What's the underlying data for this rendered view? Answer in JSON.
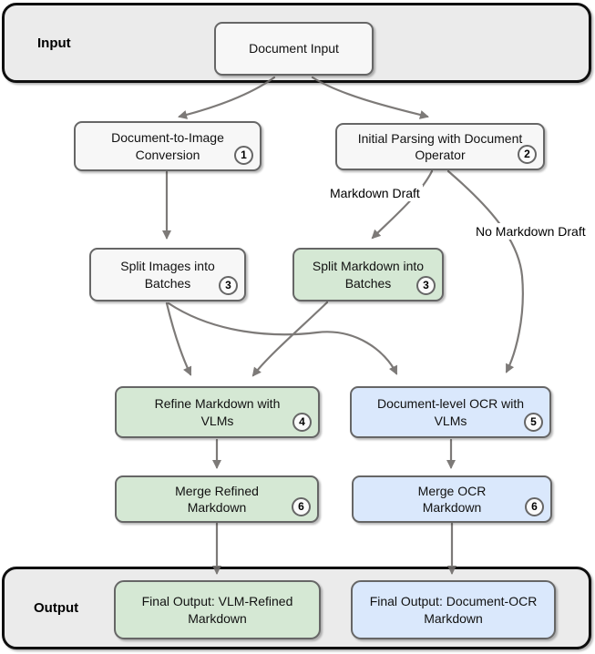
{
  "sections": {
    "input": {
      "label": "Input"
    },
    "output": {
      "label": "Output"
    }
  },
  "nodes": {
    "document_input": {
      "label": "Document Input"
    },
    "doc_to_image": {
      "label": "Document-to-Image\nConversion",
      "badge": "1"
    },
    "initial_parsing": {
      "label": "Initial Parsing with Document\nOperator",
      "badge": "2"
    },
    "split_images": {
      "label": "Split Images into\nBatches",
      "badge": "3"
    },
    "split_markdown": {
      "label": "Split Markdown into\nBatches",
      "badge": "3"
    },
    "refine_markdown": {
      "label": "Refine Markdown with\nVLMs",
      "badge": "4"
    },
    "document_ocr": {
      "label": "Document-level OCR with\nVLMs",
      "badge": "5"
    },
    "merge_refined": {
      "label": "Merge Refined\nMarkdown",
      "badge": "6"
    },
    "merge_ocr": {
      "label": "Merge OCR\nMarkdown",
      "badge": "6"
    },
    "final_vlm": {
      "label": "Final Output: VLM-Refined\nMarkdown"
    },
    "final_ocr": {
      "label": "Final Output: Document-OCR\nMarkdown"
    }
  },
  "edge_labels": {
    "markdown_draft": "Markdown Draft",
    "no_markdown_draft": "No Markdown Draft"
  },
  "colors": {
    "page_background": "#ffffff",
    "container_fill": "#ebebeb",
    "container_border": "#0f0f0f",
    "node_fill": "#f7f7f7",
    "green_fill": "#d5e8d4",
    "blue_fill": "#dae8fc",
    "node_border": "#666666",
    "arrow": "#6f6c6a",
    "text": "#000000"
  }
}
